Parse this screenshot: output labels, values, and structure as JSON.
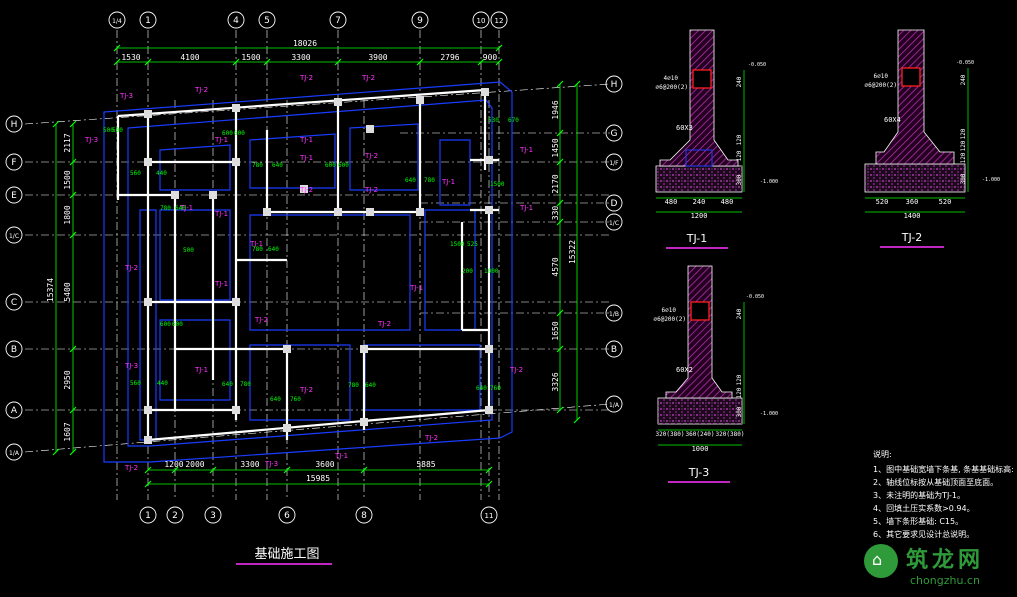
{
  "drawing": {
    "title": "基础施工图",
    "axes_top": [
      "1/4",
      "1",
      "4",
      "5",
      "7",
      "9",
      "10",
      "12"
    ],
    "axes_bottom": [
      "1",
      "2",
      "3",
      "6",
      "8",
      "11"
    ],
    "axes_left": [
      "H",
      "F",
      "E",
      "1/C",
      "C",
      "B",
      "A",
      "1/A"
    ],
    "axes_right": [
      "H",
      "G",
      "1/F",
      "D",
      "1/C",
      "1/B",
      "B",
      "1/A"
    ],
    "dims_top_total": "18026",
    "dims_top": [
      "1530",
      "4100",
      "1500",
      "3300",
      "3900",
      "2796",
      "900"
    ],
    "dims_left_total": "15374",
    "dims_left": [
      "2117",
      "1500",
      "1800",
      "5400",
      "2950",
      "1607"
    ],
    "dims_right_total": "15322",
    "dims_right": [
      "1946",
      "1450",
      "2170",
      "330",
      "4570",
      "1650",
      "3326"
    ],
    "dims_bottom": [
      "1200",
      "2000",
      "3300",
      "3600",
      "5885"
    ],
    "dims_bottom_total": "15985"
  },
  "sections": [
    {
      "name": "TJ-1",
      "rebar": "4⌀10",
      "stirrup": "⌀6@200(2)",
      "level": "-0.050",
      "bottom_level": "-1.000",
      "step": "60X3",
      "widths": [
        "480",
        "240",
        "480"
      ],
      "total": "1200",
      "heights": [
        "240",
        "120",
        "120",
        "300"
      ]
    },
    {
      "name": "TJ-2",
      "rebar": "6⌀10",
      "stirrup": "⌀6@200(2)",
      "level": "-0.050",
      "bottom_level": "-1.000",
      "step": "60X4",
      "widths": [
        "520",
        "360",
        "520"
      ],
      "total": "1400",
      "heights": [
        "240",
        "120",
        "120",
        "120",
        "300"
      ]
    },
    {
      "name": "TJ-3",
      "rebar": "6⌀10",
      "stirrup": "⌀6@200(2)",
      "level": "-0.050",
      "bottom_level": "-1.000",
      "step": "60X2",
      "widths": [
        "320(380)",
        "360(240)",
        "320(380)"
      ],
      "total": "1000",
      "heights": [
        "240",
        "120",
        "120",
        "300"
      ]
    }
  ],
  "notes": {
    "title": "说明:",
    "items": [
      "1、图中基础宽墙下条基, 条基基础标高: -",
      "2、轴线位标按从基础顶面至底面。",
      "3、未注明的基础为TJ-1。",
      "4、回填土压实系数>0.94。",
      "5、墙下条形基础: C15。",
      "6、其它要求见设计总说明。"
    ]
  },
  "watermark": {
    "name": "筑龙网",
    "url": "chongzhu.cn"
  },
  "colors": {
    "background": "#000000",
    "wall": "#ffffff",
    "footing": "#1a3cff",
    "dim": "#00ff00",
    "label": "#ff33ff",
    "hatch": "#b030b0",
    "axis": "#ffffff"
  }
}
